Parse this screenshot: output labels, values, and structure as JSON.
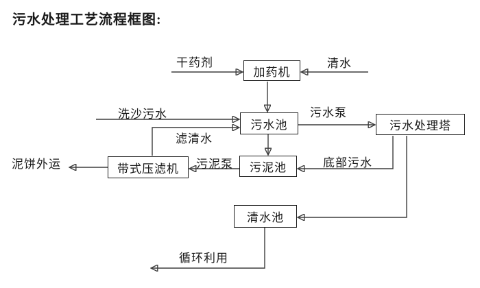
{
  "title": "污水处理工艺流程框图:",
  "nodes": {
    "dosing_machine": "加药机",
    "sewage_pool": "污水池",
    "treatment_tower": "污水处理塔",
    "sludge_pool": "污泥池",
    "belt_filter_press": "带式压滤机",
    "clean_water_pool": "清水池"
  },
  "flow_labels": {
    "dry_agent": "干药剂",
    "clean_water": "清水",
    "sand_wash_sewage": "洗沙污水",
    "filtered_water": "滤清水",
    "sewage_pump": "污水泵",
    "bottom_sewage": "底部污水",
    "sludge_pump": "污泥泵",
    "mud_cake_out": "泥饼外运",
    "recycle_use": "循环利用"
  },
  "edges": [
    {
      "from": "干药剂",
      "to": "加药机"
    },
    {
      "from": "清水",
      "to": "加药机"
    },
    {
      "from": "加药机",
      "to": "污水池"
    },
    {
      "from": "洗沙污水",
      "to": "污水池"
    },
    {
      "from": "带式压滤机",
      "to": "污水池",
      "label": "滤清水"
    },
    {
      "from": "污水池",
      "to": "污水处理塔",
      "label": "污水泵"
    },
    {
      "from": "污水处理塔",
      "to": "污泥池",
      "label": "底部污水"
    },
    {
      "from": "污水处理塔",
      "to": "清水池"
    },
    {
      "from": "污水池",
      "to": "污泥池"
    },
    {
      "from": "污泥池",
      "to": "带式压滤机",
      "label": "污泥泵"
    },
    {
      "from": "带式压滤机",
      "to": "泥饼外运(出图)",
      "label": "泥饼外运"
    },
    {
      "from": "清水池",
      "to": "循环利用(出图)",
      "label": "循环利用"
    }
  ],
  "colors": {
    "background": "#ffffff",
    "line": "#3d3d3d",
    "text": "#1a1a1a",
    "box_border": "#1a1a1a"
  }
}
